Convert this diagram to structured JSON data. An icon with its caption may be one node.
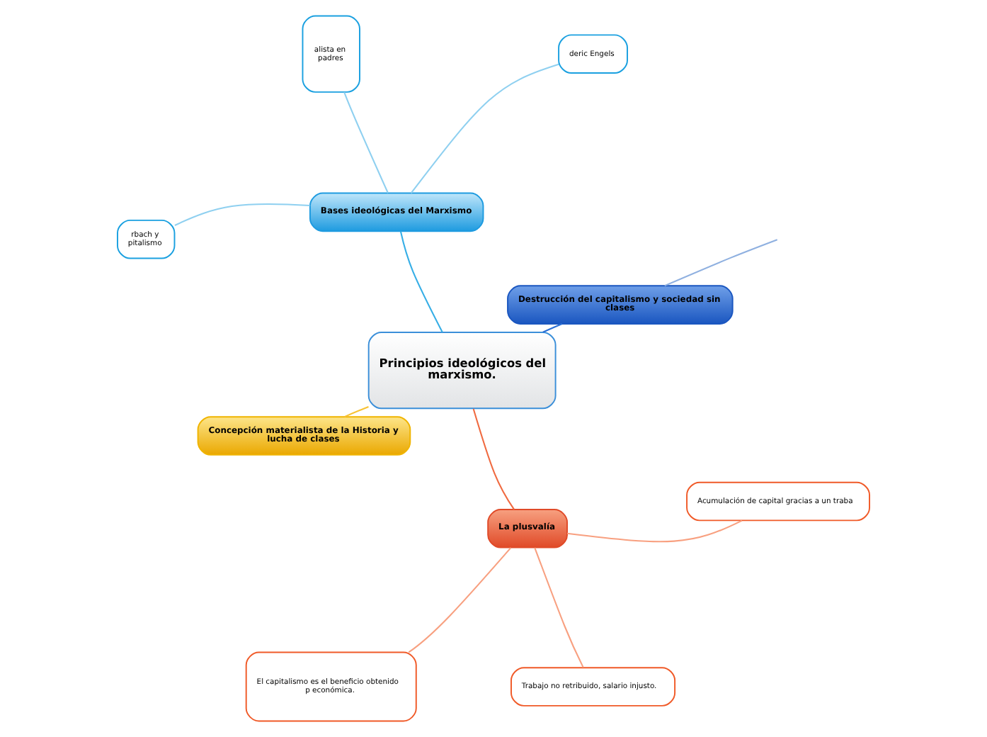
{
  "diagram": {
    "nodes": [
      {
        "text": [
          "Principios ideológicos del marxismo."
        ]
      },
      {
        "text": [
          "Bases ideológicas del Marxismo"
        ]
      },
      {
        "text": [
          "deric Engels"
        ]
      },
      {
        "text": [
          "alista en padres"
        ]
      },
      {
        "text": [
          "rbach y pitalismo"
        ]
      },
      {
        "text": [
          "Concepción materialista de la Historia y lucha de clases"
        ]
      },
      {
        "text": [
          "Destrucción del capitalismo y sociedad sin clases"
        ]
      },
      {
        "text": [
          "La plusvalía"
        ]
      },
      {
        "text": [
          "El capitalismo es el beneficio obtenido p económica."
        ]
      },
      {
        "text": [
          "Trabajo no retribuido, salario injusto."
        ]
      },
      {
        "text": [
          "Acumulación de capital gracias a un traba"
        ]
      }
    ],
    "edges": [
      {
        "from": 0,
        "to": 6,
        "arrow": "none",
        "color": "#2a6fd6"
      },
      {
        "from": 6,
        "to": null,
        "arrow": "none",
        "color": "#8fb0e0"
      },
      {
        "from": 0,
        "to": 1,
        "arrow": "none",
        "color": "#36aee6"
      },
      {
        "from": 1,
        "to": 2,
        "arrow": "none",
        "color": "#8fd0f0"
      },
      {
        "from": 1,
        "to": 3,
        "arrow": "none",
        "color": "#8fd0f0"
      },
      {
        "from": 1,
        "to": 4,
        "arrow": "none",
        "color": "#8fd0f0"
      },
      {
        "from": 0,
        "to": 5,
        "arrow": "none",
        "color": "#f7c233"
      },
      {
        "from": 0,
        "to": 7,
        "arrow": "none",
        "color": "#f06a40"
      },
      {
        "from": 7,
        "to": 8,
        "arrow": "none",
        "color": "#f8a080"
      },
      {
        "from": 7,
        "to": 9,
        "arrow": "none",
        "color": "#f8a080"
      },
      {
        "from": 7,
        "to": 10,
        "arrow": "none",
        "color": "#f8a080"
      }
    ]
  }
}
